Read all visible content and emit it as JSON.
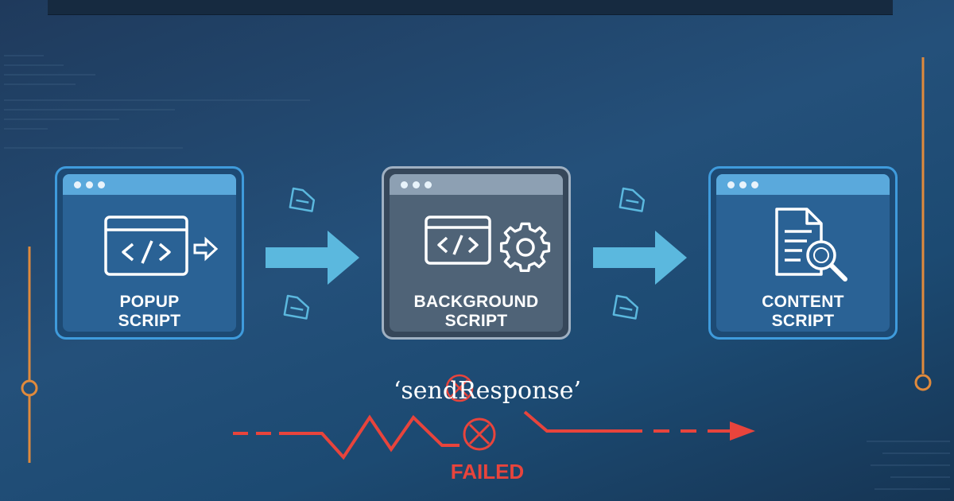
{
  "nodes": {
    "popup": {
      "line1": "POPUP",
      "line2": "SCRIPT"
    },
    "background": {
      "line1": "BACKGROUND",
      "line2": "SCRIPT"
    },
    "content": {
      "line1": "CONTENT",
      "line2": "SCRIPT"
    }
  },
  "message": {
    "text": "‘sendResponse’",
    "status": "FAILED"
  },
  "colors": {
    "accent_blue": "#5aa9dc",
    "arrow_blue": "#5bb8de",
    "error_red": "#e8443c",
    "timeline_orange": "#e08a3c"
  }
}
